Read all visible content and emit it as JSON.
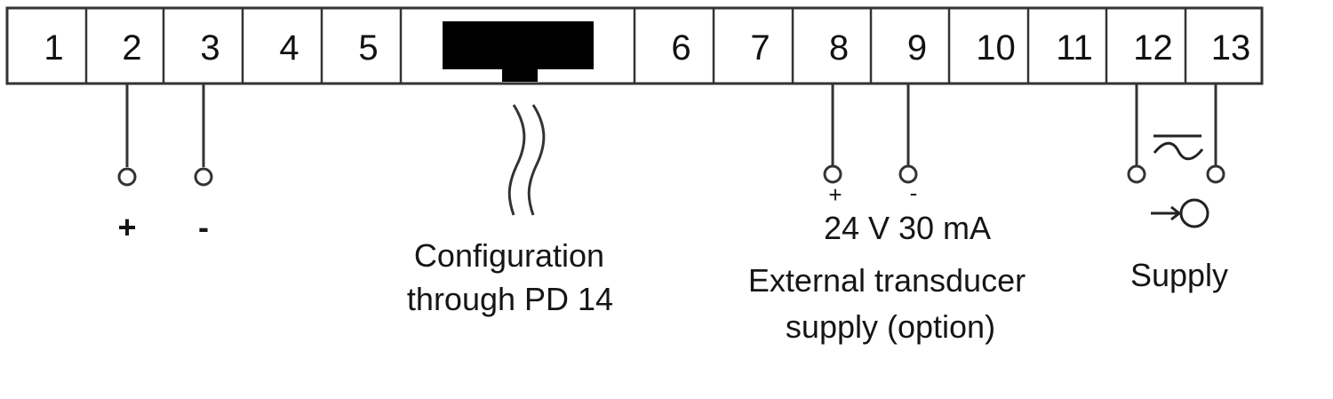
{
  "terminal_strip": {
    "terminals": [
      "1",
      "2",
      "3",
      "4",
      "5",
      "6",
      "7",
      "8",
      "9",
      "10",
      "11",
      "12",
      "13"
    ],
    "connector_icon": "pd14-connector-block"
  },
  "input_signal": {
    "plus_label": "+",
    "minus_label": "-"
  },
  "configuration": {
    "link_icon": "wavy-cable-icon",
    "label_line1": "Configuration",
    "label_line2": "through PD 14"
  },
  "transducer_supply": {
    "plus_label": "+",
    "minus_label": "-",
    "rating": "24 V 30 mA",
    "label_line1": "External transducer",
    "label_line2": "supply (option)"
  },
  "supply": {
    "ac_dc_icon": "ac-dc-symbol-icon",
    "input_icon": "arrow-circle-input-icon",
    "label": "Supply"
  }
}
